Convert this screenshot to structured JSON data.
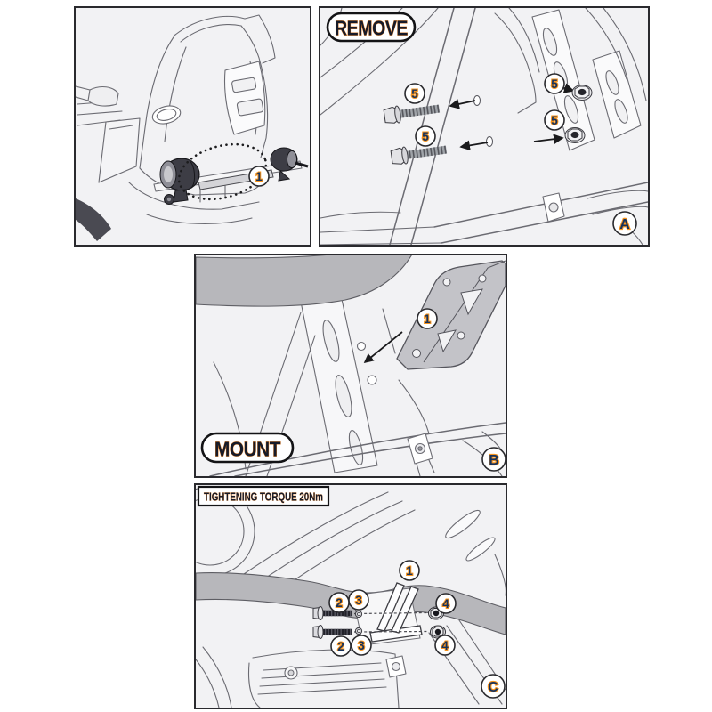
{
  "colors": {
    "accent_orange": "#f7941e",
    "number_navy": "#16325c",
    "line_gray": "#6b6b72",
    "fill_gray": "#b7b7bb",
    "panel_background": "#f2f2f4",
    "border_black": "#2a2a2e"
  },
  "panels": {
    "overview": {
      "callout": "1"
    },
    "remove": {
      "title": "REMOVE",
      "letter": "A",
      "callouts": {
        "bolt_top": "5",
        "bolt_bottom": "5",
        "nut_top": "5",
        "nut_bottom": "5"
      }
    },
    "mount": {
      "title": "MOUNT",
      "letter": "B",
      "callout": "1"
    },
    "torque": {
      "title": "TIGHTENING TORQUE 20Nm",
      "letter": "C",
      "callouts": {
        "bar": "1",
        "bolt_top": "2",
        "bolt_bottom": "2",
        "washer_top": "3",
        "washer_bottom": "3",
        "nut_top": "4",
        "nut_bottom": "4"
      }
    }
  }
}
